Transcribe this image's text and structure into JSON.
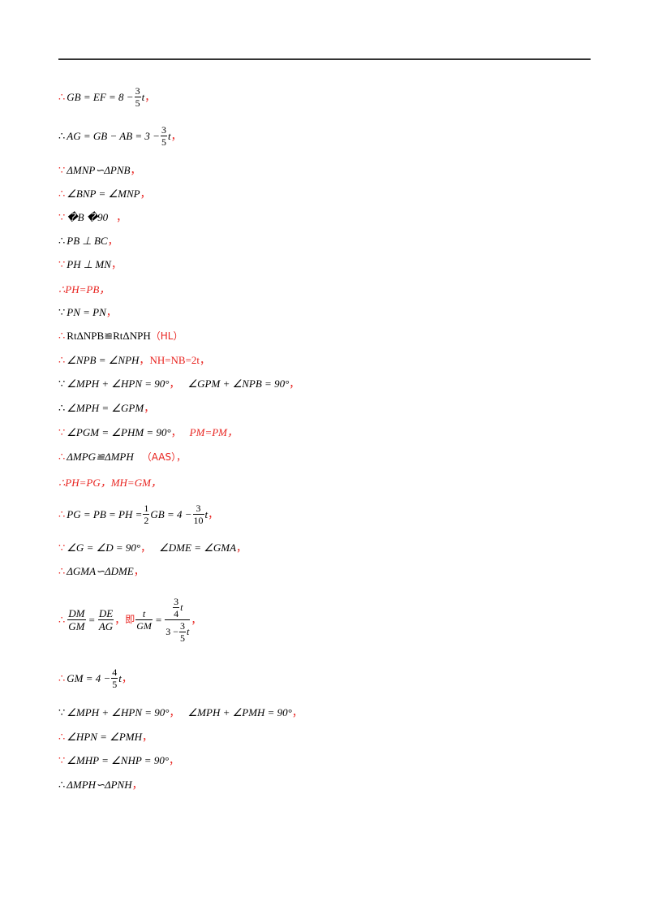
{
  "l1": {
    "pre": "GB = EF = 8 −",
    "num": "3",
    "den": "5",
    "post": "t"
  },
  "l2": {
    "pre": "AG = GB − AB = 3 −",
    "num": "3",
    "den": "5",
    "post": "t"
  },
  "l3": "ΔMNP∽ΔPNB",
  "l4": "∠BNP = ∠MNP",
  "l5": "�B �90",
  "l6": "PB ⊥ BC",
  "l7": "PH ⊥ MN",
  "l8": "∴PH=PB，",
  "l9": "PN = PN",
  "l10": {
    "math": "RtΔNPB≌RtΔNPH",
    "note": "（HL）"
  },
  "l11": {
    "math": "∠NPB = ∠NPH",
    "note": "NH=NB=2t，"
  },
  "l12": {
    "a": "∠MPH + ∠HPN = 90°",
    "b": "∠GPM + ∠NPB = 90°"
  },
  "l13": "∠MPH = ∠GPM",
  "l14": {
    "math": "∠PGM = ∠PHM = 90°",
    "note": "PM=PM，"
  },
  "l15": {
    "math": "ΔMPG≌ΔMPH",
    "note": "（AAS），"
  },
  "l16": "∴PH=PG，MH=GM，",
  "l17": {
    "pre": "PG = PB = PH =",
    "n1": "1",
    "d1": "2",
    "mid": "GB = 4 −",
    "n2": "3",
    "d2": "10",
    "post": "t"
  },
  "l18": {
    "a": "∠G = ∠D = 90°",
    "b": "∠DME = ∠GMA"
  },
  "l19": "ΔGMA∽ΔDME",
  "l20": {
    "n1": "DM",
    "d1": "GM",
    "n2": "DE",
    "d2": "AG",
    "ji": "即",
    "n3": "t",
    "d3": "GM",
    "n4top": "3",
    "n4bot": "4",
    "n4t": "t",
    "d4pre": "3 −",
    "d4num": "3",
    "d4den": "5",
    "d4t": "t"
  },
  "l21": {
    "pre": "GM = 4 −",
    "num": "4",
    "den": "5",
    "post": "t"
  },
  "l22": {
    "a": "∠MPH + ∠HPN = 90°",
    "b": "∠MPH + ∠PMH = 90°"
  },
  "l23": "∠HPN = ∠PMH",
  "l24": "∠MHP = ∠NHP = 90°",
  "l25": "ΔMPH∽ΔPNH",
  "sym": {
    "therefore": "∴",
    "because": "∵",
    "comma": "，",
    "eq": "="
  }
}
